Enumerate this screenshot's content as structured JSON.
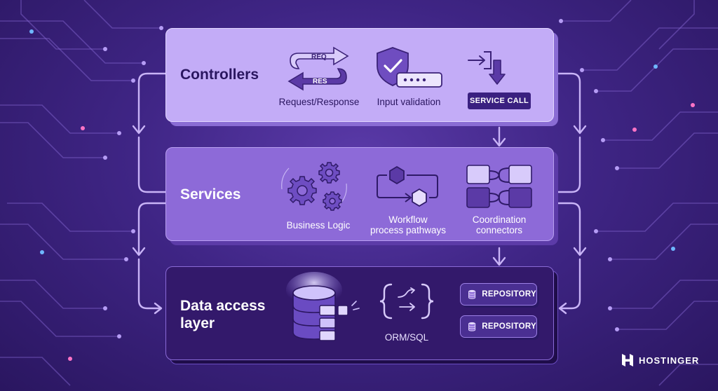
{
  "layers": [
    {
      "title": "Controllers",
      "items": [
        {
          "caption": "Request/Response",
          "icon": "request-response-arrows-icon",
          "arrow_labels": [
            "REQ",
            "RES"
          ]
        },
        {
          "caption": "Input validation",
          "icon": "shield-check-icon"
        },
        {
          "caption": "SERVICE CALL",
          "icon": "service-call-arrow-icon"
        }
      ]
    },
    {
      "title": "Services",
      "items": [
        {
          "caption": "Business Logic",
          "icon": "gears-icon"
        },
        {
          "caption": "Workflow\nprocess pathways",
          "icon": "workflow-icon"
        },
        {
          "caption": "Coordination\nconnectors",
          "icon": "connectors-icon"
        }
      ]
    },
    {
      "title": "Data access\nlayer",
      "items": [
        {
          "caption": "",
          "icon": "database-icon"
        },
        {
          "caption": "ORM/SQL",
          "icon": "code-braces-icon"
        },
        {
          "caption": "REPOSITORY",
          "icon": "repository-icon"
        },
        {
          "caption": "REPOSITORY",
          "icon": "repository-icon"
        }
      ]
    }
  ],
  "brand": {
    "name": "HOSTINGER",
    "icon": "hostinger-logo-icon"
  },
  "colors": {
    "controllers_panel": "#c3acf7",
    "services_panel": "#8d6ad8",
    "data_panel": "#33196b",
    "arrow": "#c9b4f7"
  }
}
